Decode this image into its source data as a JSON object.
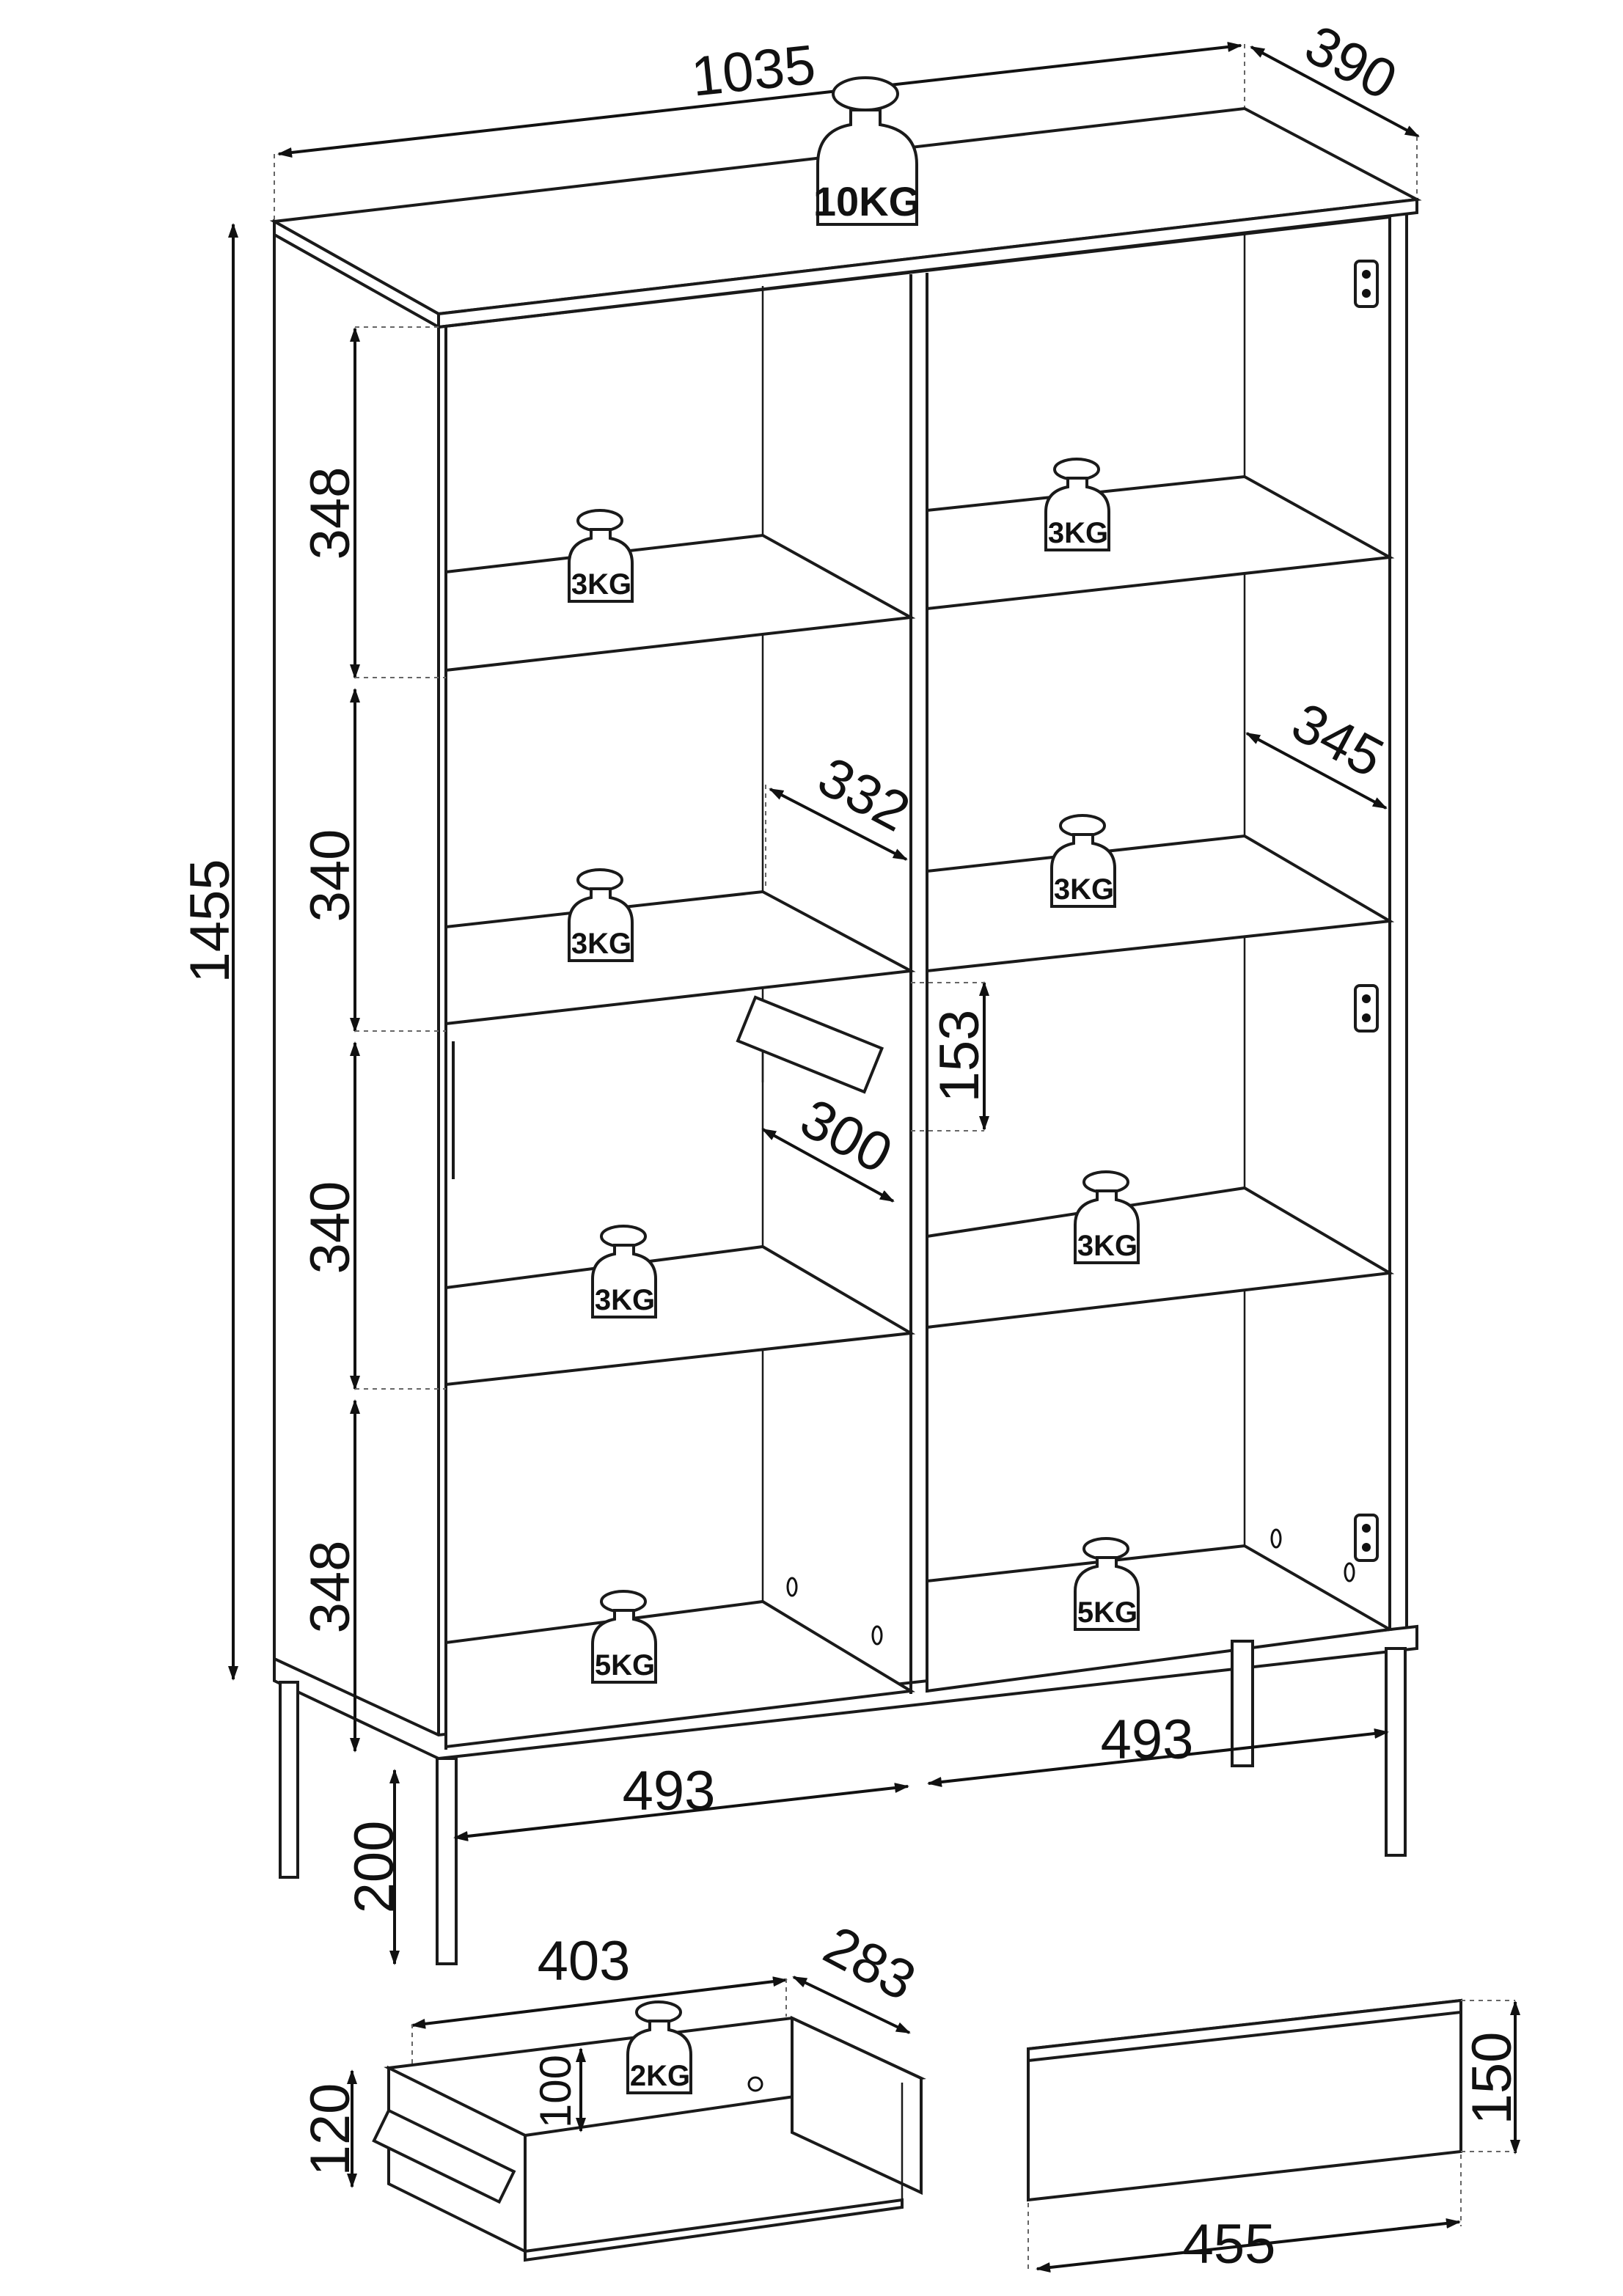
{
  "dimensions": {
    "total_width": "1035",
    "depth": "390",
    "total_height": "1455",
    "compartment_1_height": "348",
    "compartment_2_height": "340",
    "compartment_3_height": "340",
    "compartment_4_height": "348",
    "leg_height": "200",
    "inner_width_left": "493",
    "inner_width_right": "493",
    "inner_depth_left": "332",
    "inner_depth_right": "345",
    "rail_length": "300",
    "rail_height": "153",
    "drawer_width": "403",
    "drawer_depth": "283",
    "drawer_height": "120",
    "drawer_inner_height": "100",
    "front_width": "455",
    "front_height": "150"
  },
  "load_labels": {
    "top": "10KG",
    "shelf_left_1": "3KG",
    "shelf_right_1": "3KG",
    "shelf_left_2": "3KG",
    "shelf_right_2": "3KG",
    "shelf_left_3": "3KG",
    "shelf_right_3": "3KG",
    "bottom_left": "5KG",
    "bottom_right": "5KG",
    "drawer": "2KG"
  }
}
